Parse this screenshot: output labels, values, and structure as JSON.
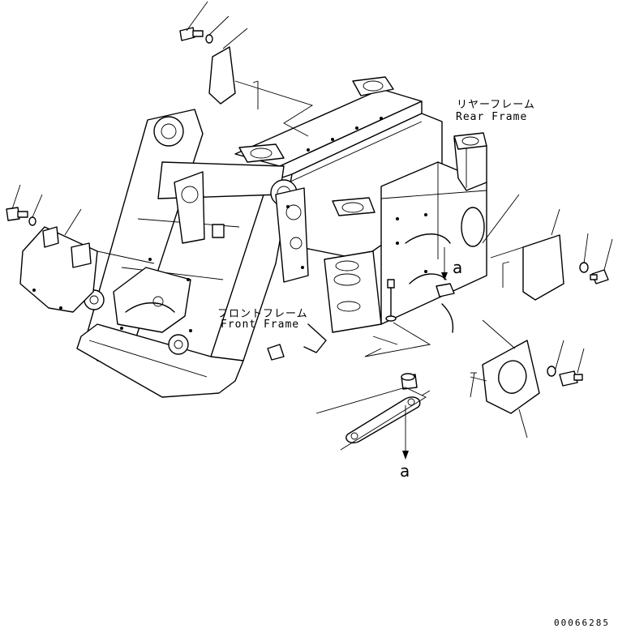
{
  "labels": {
    "rear_frame_jp": "リヤーフレーム",
    "rear_frame_en": "Rear Frame",
    "front_frame_jp": "フロントフレーム",
    "front_frame_en": "Front Frame",
    "ref_a_upper": "a",
    "ref_a_lower": "a"
  },
  "drawing_code": "00066285"
}
